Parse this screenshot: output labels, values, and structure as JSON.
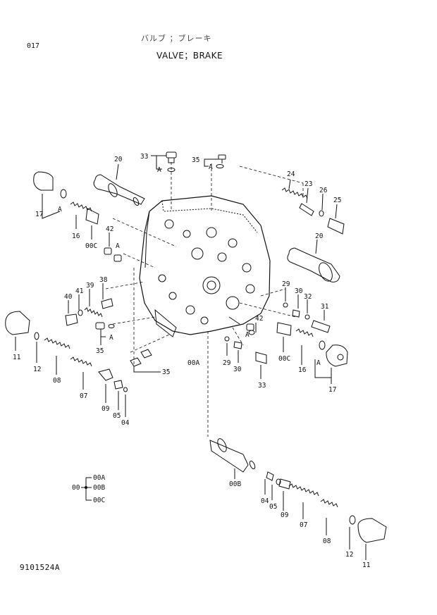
{
  "header": {
    "page_number": "017",
    "title_jp": "バルブ ；ブレーキ",
    "title_en": "VALVE；BRAKE"
  },
  "footer": {
    "drawing_number": "9101524A"
  },
  "legend": {
    "root": "00",
    "items": [
      "00A",
      "00B",
      "00C"
    ]
  },
  "callouts": {
    "c20a": "20",
    "c33a": "33",
    "cA1": "A",
    "c35a": "35",
    "cA2": "A",
    "c24": "24",
    "c23": "23",
    "c26": "26",
    "c25": "25",
    "c17a": "17",
    "cA3": "A",
    "c16a": "16",
    "c00Ca": "00C",
    "c42a": "42",
    "cA4": "A",
    "c20b": "20",
    "c40": "40",
    "c41": "41",
    "c39": "39",
    "c38": "38",
    "c29a": "29",
    "c30a": "30",
    "c32": "32",
    "c31": "31",
    "c11a": "11",
    "c12a": "12",
    "c08a": "08",
    "c07a": "07",
    "cA5": "A",
    "c35b": "35",
    "c35c": "35",
    "c09a": "09",
    "c05a": "05",
    "c04a": "04",
    "c00A": "00A",
    "c29b": "29",
    "c30b": "30",
    "c42b": "42",
    "cA6": "A",
    "c33b": "33",
    "c00Cb": "00C",
    "c16b": "16",
    "cA7": "A",
    "c17b": "17",
    "c00B": "00B",
    "c04b": "04",
    "c05b": "05",
    "c09b": "09",
    "c07b": "07",
    "c08b": "08",
    "c12b": "12",
    "c11b": "11"
  }
}
